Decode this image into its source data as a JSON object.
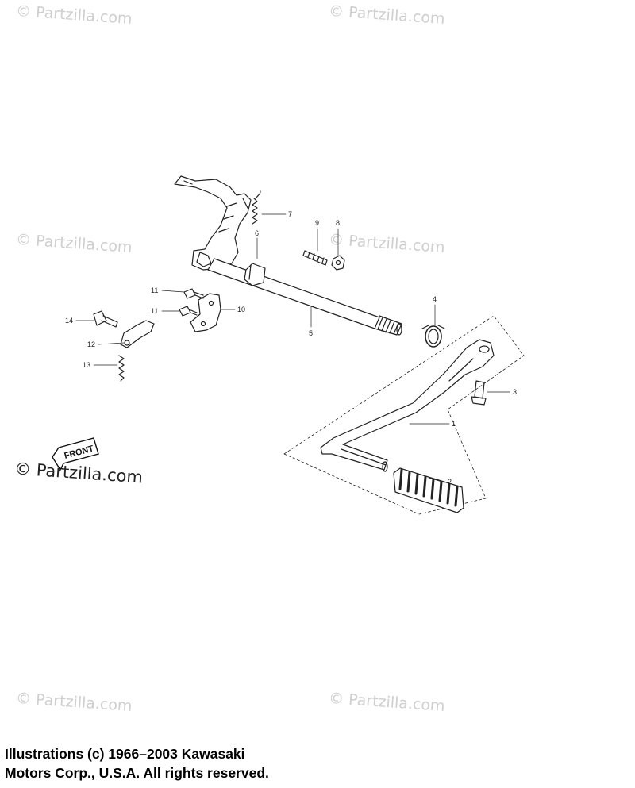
{
  "watermarks": [
    {
      "text": "© Partzilla.com"
    },
    {
      "text": "© Partzilla.com"
    },
    {
      "text": "© Partzilla.com"
    },
    {
      "text": "© Partzilla.com"
    },
    {
      "text": "© Partzilla.com"
    },
    {
      "text": "© Partzilla.com"
    },
    {
      "text": "© Partzilla.com"
    }
  ],
  "front_label": "FRONT",
  "callouts": [
    {
      "num": "1",
      "part": "pedal"
    },
    {
      "num": "2",
      "part": "pedal-rubber"
    },
    {
      "num": "3",
      "part": "pedal-bolt"
    },
    {
      "num": "4",
      "part": "circlip-ring"
    },
    {
      "num": "5",
      "part": "shift-shaft"
    },
    {
      "num": "6",
      "part": "shaft-collar"
    },
    {
      "num": "7",
      "part": "return-spring"
    },
    {
      "num": "8",
      "part": "nut"
    },
    {
      "num": "9",
      "part": "stud-bolt"
    },
    {
      "num": "10",
      "part": "plate"
    },
    {
      "num": "11",
      "part": "screw-upper"
    },
    {
      "num": "11",
      "part": "screw-lower"
    },
    {
      "num": "12",
      "part": "stopper-lever"
    },
    {
      "num": "13",
      "part": "stopper-spring"
    },
    {
      "num": "14",
      "part": "shoulder-bolt"
    }
  ],
  "copyright": {
    "line1": "Illustrations (c) 1966–2003 Kawasaki",
    "line2": "Motors Corp., U.S.A.  All rights reserved."
  }
}
